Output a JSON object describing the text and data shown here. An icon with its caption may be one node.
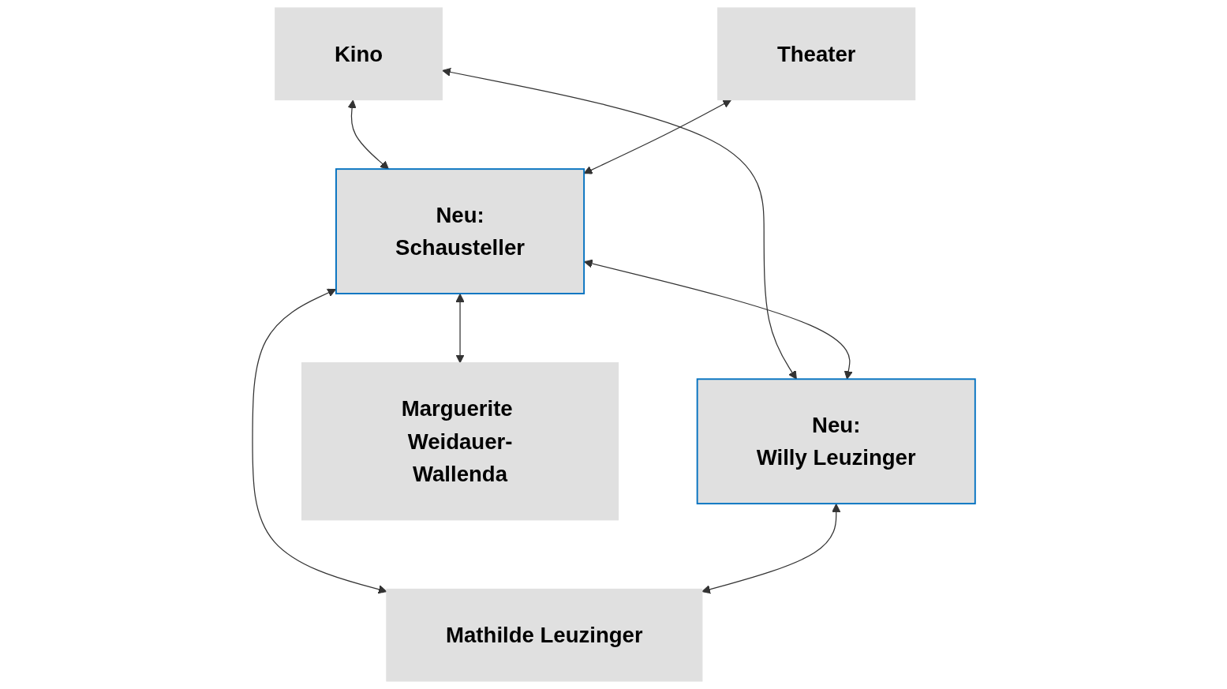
{
  "diagram": {
    "nodes": [
      {
        "text": [
          "Kino"
        ]
      },
      {
        "text": [
          "Theater"
        ]
      },
      {
        "text": [
          "Neu:",
          "Schausteller"
        ]
      },
      {
        "text": [
          "Neu:",
          "Willy Leuzinger"
        ]
      },
      {
        "text": [
          "Mathilde Leuzinger"
        ]
      },
      {
        "text": [
          "Marguerite Weidauer-Wallenda"
        ]
      }
    ],
    "edges": [
      {
        "from": 0,
        "to": 2,
        "arrow": "both"
      },
      {
        "from": 0,
        "to": 3,
        "arrow": "both"
      },
      {
        "from": 1,
        "to": 2,
        "arrow": "both"
      },
      {
        "from": 2,
        "to": 3,
        "arrow": "both"
      },
      {
        "from": 2,
        "to": 4,
        "arrow": "both"
      },
      {
        "from": 3,
        "to": 4,
        "arrow": "both"
      },
      {
        "from": 2,
        "to": 5,
        "arrow": "both"
      }
    ]
  }
}
